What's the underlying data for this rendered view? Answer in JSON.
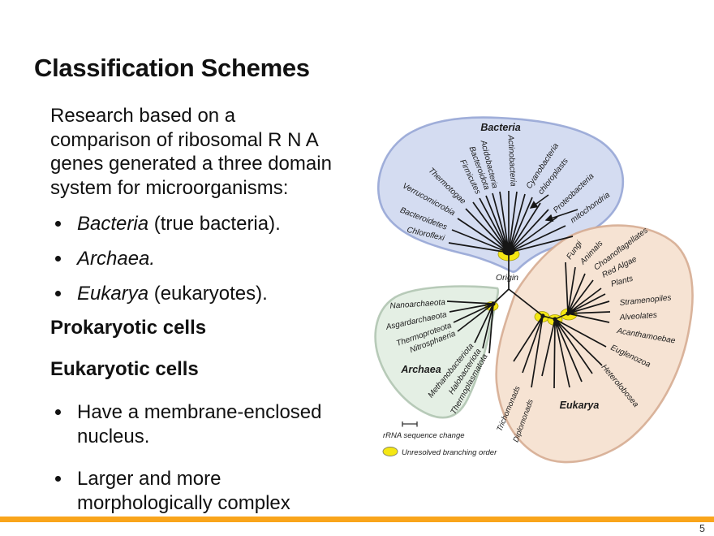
{
  "slide": {
    "title": "Classification Schemes",
    "intro_lines": [
      "Research based on a",
      "comparison of ribosomal R N A",
      "genes generated a three domain",
      "system for microorganisms:"
    ],
    "domain_bullets": [
      {
        "italic": "Bacteria",
        "rest": " (true bacteria)."
      },
      {
        "italic": "Archaea.",
        "rest": ""
      },
      {
        "italic": "Eukarya",
        "rest": " (eukaryotes)."
      }
    ],
    "subheadings": [
      "Prokaryotic cells",
      "Eukaryotic cells"
    ],
    "cell_bullets": [
      [
        "Have a membrane-enclosed",
        "nucleus."
      ],
      [
        "Larger and more",
        "morphologically complex"
      ]
    ],
    "page_number": "5"
  },
  "diagram": {
    "origin_label": "Origin",
    "node_color": "#F5E713",
    "domains": [
      {
        "name": "Bacteria",
        "fill": "#d4dcf1",
        "edge": "#92a2d4",
        "taxa": [
          "Chloroflexi",
          "Bacteroidetes",
          "Verrucomicrobia",
          "Thermotogae",
          "Firmicutes",
          "Bacteroidota",
          "Acidobacteria",
          "Actinobacteria",
          "Cyanobacteria",
          "chloroplasts",
          "Proteobacteria",
          "mitochondria"
        ]
      },
      {
        "name": "Archaea",
        "fill": "#e4efe4",
        "edge": "#adc2ae",
        "taxa": [
          "Nanoarchaeota",
          "Asgardarchaeota",
          "Thermoproteota",
          "Nitrosphaeria",
          "Methanobacteriota",
          "Halobacteriota",
          "Thermoplasmatota"
        ]
      },
      {
        "name": "Eukarya",
        "fill": "#f6e3d3",
        "edge": "#d4a88d",
        "taxa": [
          "Fungi",
          "Animals",
          "Choanoflagellates",
          "Red Algae",
          "Plants",
          "Stramenopiles",
          "Alveolates",
          "Acanthamoebae",
          "Euglenozoa",
          "Heterolobosea",
          "Trichomonads",
          "Diplomonads"
        ]
      }
    ],
    "legend": {
      "scale_label": "rRNA sequence change",
      "unresolved_label": "Unresolved branching order"
    }
  },
  "footer": {
    "bar_color": "#F9A51B"
  }
}
